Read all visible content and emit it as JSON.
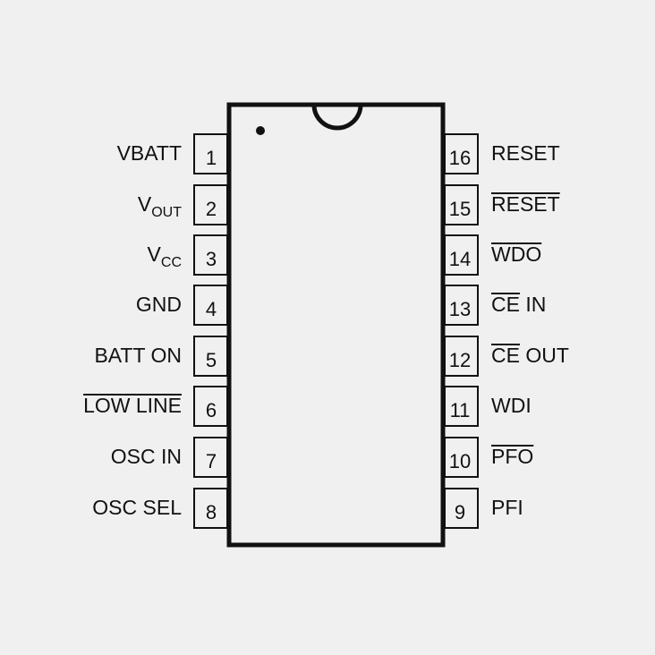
{
  "colors": {
    "background": "#f0f0f0",
    "ink": "#111111",
    "chip_fill": "#f0f0f0"
  },
  "chip": {
    "pin1_marker": "dot",
    "notch": "half-circle"
  },
  "pins_left": [
    {
      "number": "1",
      "label": "VBATT",
      "overline": false
    },
    {
      "number": "2",
      "label": "V",
      "sub": "OUT",
      "overline": false
    },
    {
      "number": "3",
      "label": "V",
      "sub": "CC",
      "overline": false
    },
    {
      "number": "4",
      "label": "GND",
      "overline": false
    },
    {
      "number": "5",
      "label": "BATT ON",
      "overline": false
    },
    {
      "number": "6",
      "label": "LOW LINE",
      "overline": true
    },
    {
      "number": "7",
      "label": "OSC IN",
      "overline": false
    },
    {
      "number": "8",
      "label": "OSC SEL",
      "overline": false
    }
  ],
  "pins_right": [
    {
      "number": "16",
      "label": "RESET",
      "overline": false
    },
    {
      "number": "15",
      "label": "RESET",
      "overline": true
    },
    {
      "number": "14",
      "label": "WDO",
      "overline": true
    },
    {
      "number": "13",
      "label": "CE",
      "suffix": " IN",
      "overline": true
    },
    {
      "number": "12",
      "label": "CE",
      "suffix": " OUT",
      "overline": true
    },
    {
      "number": "11",
      "label": "WDI",
      "overline": false
    },
    {
      "number": "10",
      "label": "PFO",
      "overline": true
    },
    {
      "number": "9",
      "label": "PFI",
      "overline": false
    }
  ]
}
